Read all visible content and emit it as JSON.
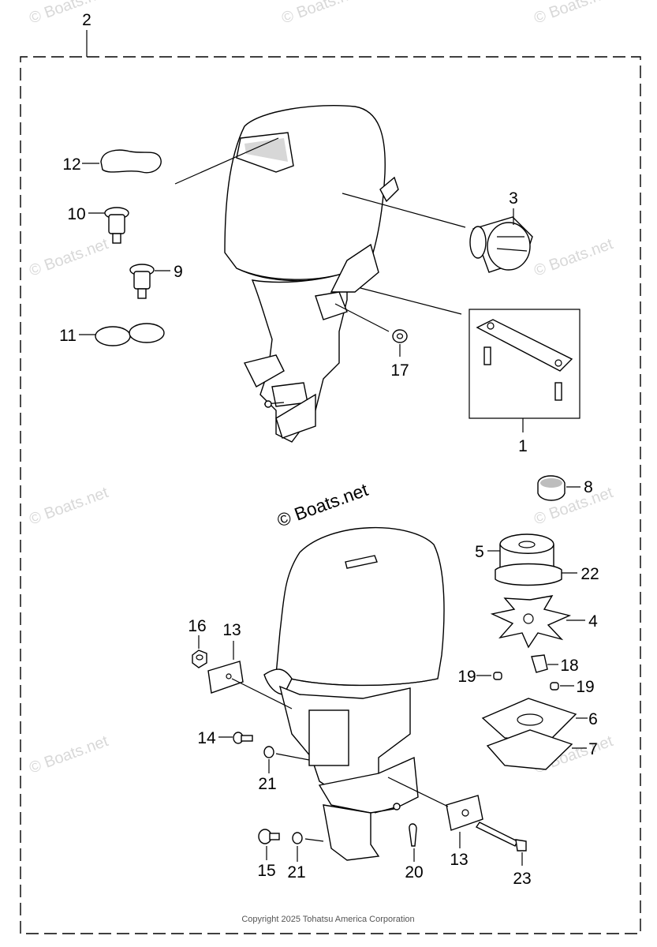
{
  "diagram": {
    "callouts": [
      {
        "id": "c2",
        "text": "2"
      },
      {
        "id": "c12",
        "text": "12"
      },
      {
        "id": "c10",
        "text": "10"
      },
      {
        "id": "c9",
        "text": "9"
      },
      {
        "id": "c11",
        "text": "11"
      },
      {
        "id": "c3",
        "text": "3"
      },
      {
        "id": "c17",
        "text": "17"
      },
      {
        "id": "c1",
        "text": "1"
      },
      {
        "id": "c8",
        "text": "8"
      },
      {
        "id": "c5",
        "text": "5"
      },
      {
        "id": "c22",
        "text": "22"
      },
      {
        "id": "c4",
        "text": "4"
      },
      {
        "id": "c18",
        "text": "18"
      },
      {
        "id": "c19a",
        "text": "19"
      },
      {
        "id": "c19b",
        "text": "19"
      },
      {
        "id": "c6",
        "text": "6"
      },
      {
        "id": "c7",
        "text": "7"
      },
      {
        "id": "c16",
        "text": "16"
      },
      {
        "id": "c13a",
        "text": "13"
      },
      {
        "id": "c14",
        "text": "14"
      },
      {
        "id": "c21a",
        "text": "21"
      },
      {
        "id": "c15",
        "text": "15"
      },
      {
        "id": "c21b",
        "text": "21"
      },
      {
        "id": "c20",
        "text": "20"
      },
      {
        "id": "c13b",
        "text": "13"
      },
      {
        "id": "c23",
        "text": "23"
      }
    ],
    "watermark_main": "© Boats.net",
    "watermark_faint": "© Boats.net",
    "copyright": "Copyright 2025 Tohatsu America Corporation"
  }
}
